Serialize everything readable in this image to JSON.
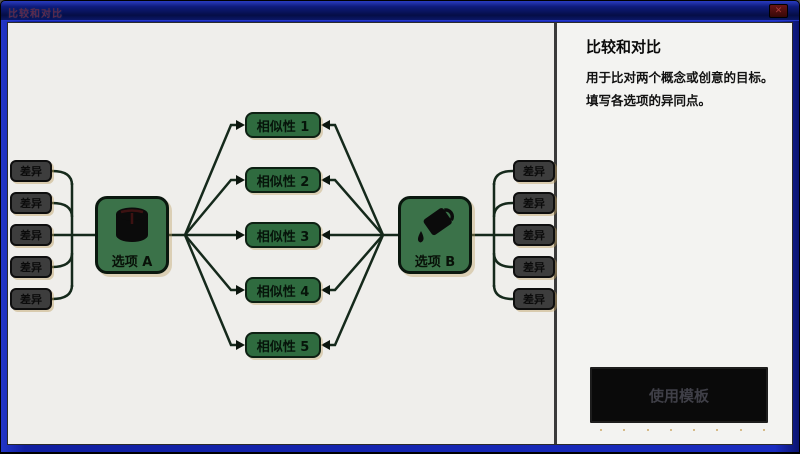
{
  "window": {
    "title": "比较和对比",
    "close_glyph": "✕"
  },
  "canvas": {
    "node_a": {
      "label": "选项 A",
      "icon": "cylinder-icon"
    },
    "node_b": {
      "label": "选项 B",
      "icon": "pouring-cup-icon"
    },
    "similarities": [
      "相似性 1",
      "相似性 2",
      "相似性 3",
      "相似性 4",
      "相似性 5"
    ],
    "differences_left": [
      "差异",
      "差异",
      "差异",
      "差异",
      "差异"
    ],
    "differences_right": [
      "差异",
      "差异",
      "差异",
      "差异",
      "差异"
    ]
  },
  "panel": {
    "title": "比较和对比",
    "description_line1": "用于比对两个概念或创意的目标。",
    "description_line2": "填写各选项的异同点。",
    "cta_label": "使用模板"
  },
  "colors": {
    "node_green": "#3b7249",
    "similarity_green": "#2f6b3f",
    "difference_gray": "#3d3d3d",
    "connector_dark_green": "#15291b",
    "frame_blue": "#1a2cc0",
    "titlebar_navy": "#0e1b7c",
    "canvas_bg": "#efeeeb",
    "panel_bg": "#f3f3f1",
    "cta_black": "#0a0a0a"
  }
}
